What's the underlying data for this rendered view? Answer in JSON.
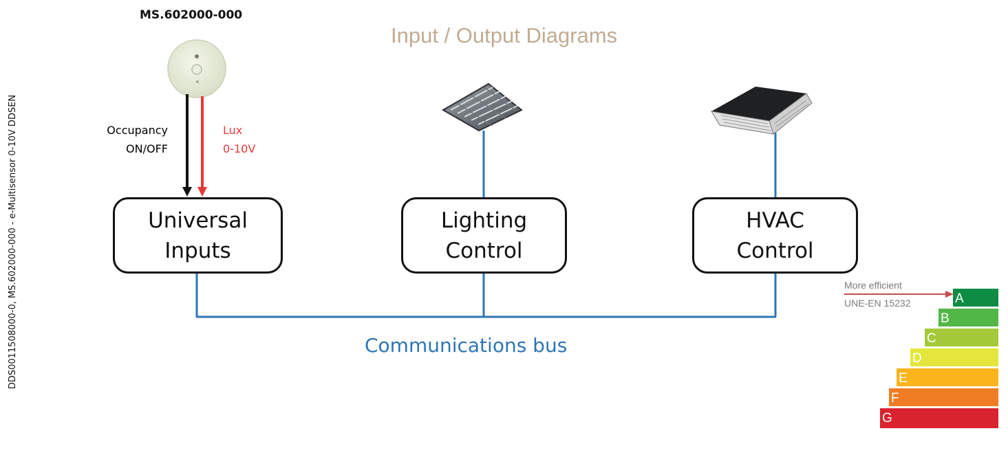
{
  "side_label": "DDS0011508000-0, MS.602000-000 - e-Multisensor 0-10V DDSEN",
  "title": "Input / Output Diagrams",
  "sensor": {
    "code": "MS.602000-000"
  },
  "signals": {
    "occupancy": {
      "line1": "Occupancy",
      "line2": "ON/OFF",
      "color": "#111111"
    },
    "lux": {
      "line1": "Lux",
      "line2": "0-10V",
      "color": "#e53935"
    }
  },
  "boxes": [
    {
      "line1": "Universal",
      "line2": "Inputs"
    },
    {
      "line1": "Lighting",
      "line2": "Control"
    },
    {
      "line1": "HVAC",
      "line2": "Control"
    }
  ],
  "bus": {
    "label": "Communications bus",
    "color": "#2e75b6"
  },
  "efficiency": {
    "more_label": "More efficient",
    "standard": "UNE-EN 15232",
    "arrow_color": "#c0504d",
    "classes": [
      {
        "letter": "A",
        "color": "#0e8c44"
      },
      {
        "letter": "B",
        "color": "#51b747"
      },
      {
        "letter": "C",
        "color": "#a4ca3a"
      },
      {
        "letter": "D",
        "color": "#e4e63d"
      },
      {
        "letter": "E",
        "color": "#fbb41c"
      },
      {
        "letter": "F",
        "color": "#f07c24"
      },
      {
        "letter": "G",
        "color": "#d9232e"
      }
    ]
  }
}
